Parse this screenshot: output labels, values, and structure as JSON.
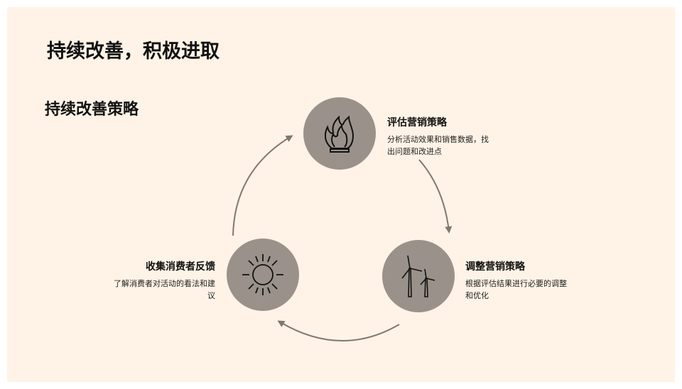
{
  "title": "持续改善，积极进取",
  "subtitle": "持续改善策略",
  "steps": [
    {
      "title": "评估营销策略",
      "desc": "分析活动效果和销售数据，找出问题和改进点",
      "icon": "fire-icon"
    },
    {
      "title": "调整营销策略",
      "desc": "根据评估结果进行必要的调整和优化",
      "icon": "wind-turbine-icon"
    },
    {
      "title": "收集消费者反馈",
      "desc": "了解消费者对活动的看法和建议",
      "icon": "sun-icon"
    }
  ],
  "colors": {
    "background": "#fef3e6",
    "circle": "#9a928a",
    "arrow": "#7f7870"
  }
}
